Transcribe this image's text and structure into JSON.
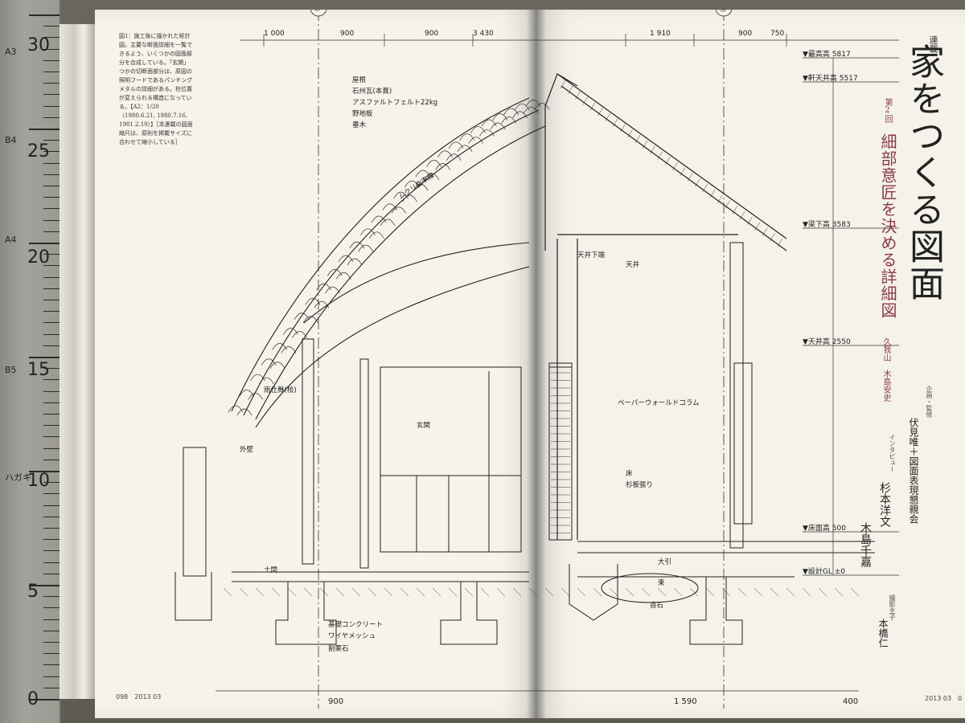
{
  "ruler": {
    "numbers": [
      "30",
      "25",
      "20",
      "15",
      "10",
      "5",
      "0"
    ],
    "tags": [
      "A3",
      "B4",
      "A4",
      "B5",
      "ハガキ"
    ]
  },
  "left_page": {
    "caption": "図1：施工後に描かれた矩計図。主要な断面詳細を一覧できるよう、いくつかの図面部分を合成している。「玄関」つかの切断面部分は、原図の照明フードであるパンチングメタルの詳細がある。柱位置が変えられる構造になっている。【A2：1/20（1980.6.21, 1980.7.16, 1981.2.19）】［本連載の図面縮尺は、原則を掲載サイズに合わせて縮小している］",
    "folio": "098　2013 03",
    "grid_markers": [
      "⑩",
      "⑫"
    ]
  },
  "right_page": {
    "series": "連載",
    "title": "家をつくる図面",
    "episode": "第2回",
    "subtitle": "細部意匠を決める詳細図",
    "project": "久我山　木島安史",
    "planning_label": "企画・監修",
    "planning": "伏見唯＋図面表現懇親会",
    "interview_label": "インタビュー",
    "interviewers": [
      "杉本洋文",
      "木島千嘉"
    ],
    "photo_label": "撮影主子",
    "photographer": "本橋仁",
    "folio": "2013 03　0"
  },
  "drawing": {
    "dims_top": [
      "1 000",
      "900",
      "900",
      "3 430",
      "1 910",
      "900",
      "750"
    ],
    "levels": [
      "▼最高高 5817",
      "▼軒天井高 5517",
      "▼梁下高 3583",
      "▼天井高 2550",
      "▼床面高 500",
      "▼設計GL ±0"
    ],
    "labels_left": [
      "屋根",
      "石州瓦(本葺)",
      "アスファルトフェルト22kg",
      "野地板",
      "垂木",
      "ムクリ曲率線",
      "玄関",
      "雨仕舞(桧)",
      "土間",
      "外壁",
      "基礎コンクリート",
      "ワイヤメッシュ",
      "割栗石"
    ],
    "labels_right": [
      "天井",
      "ペーパーウォールドコラム",
      "床",
      "杉板張り",
      "大引",
      "束",
      "沓石",
      "天井下端"
    ],
    "dims_bottom": [
      "900",
      "1 590",
      "400"
    ]
  }
}
